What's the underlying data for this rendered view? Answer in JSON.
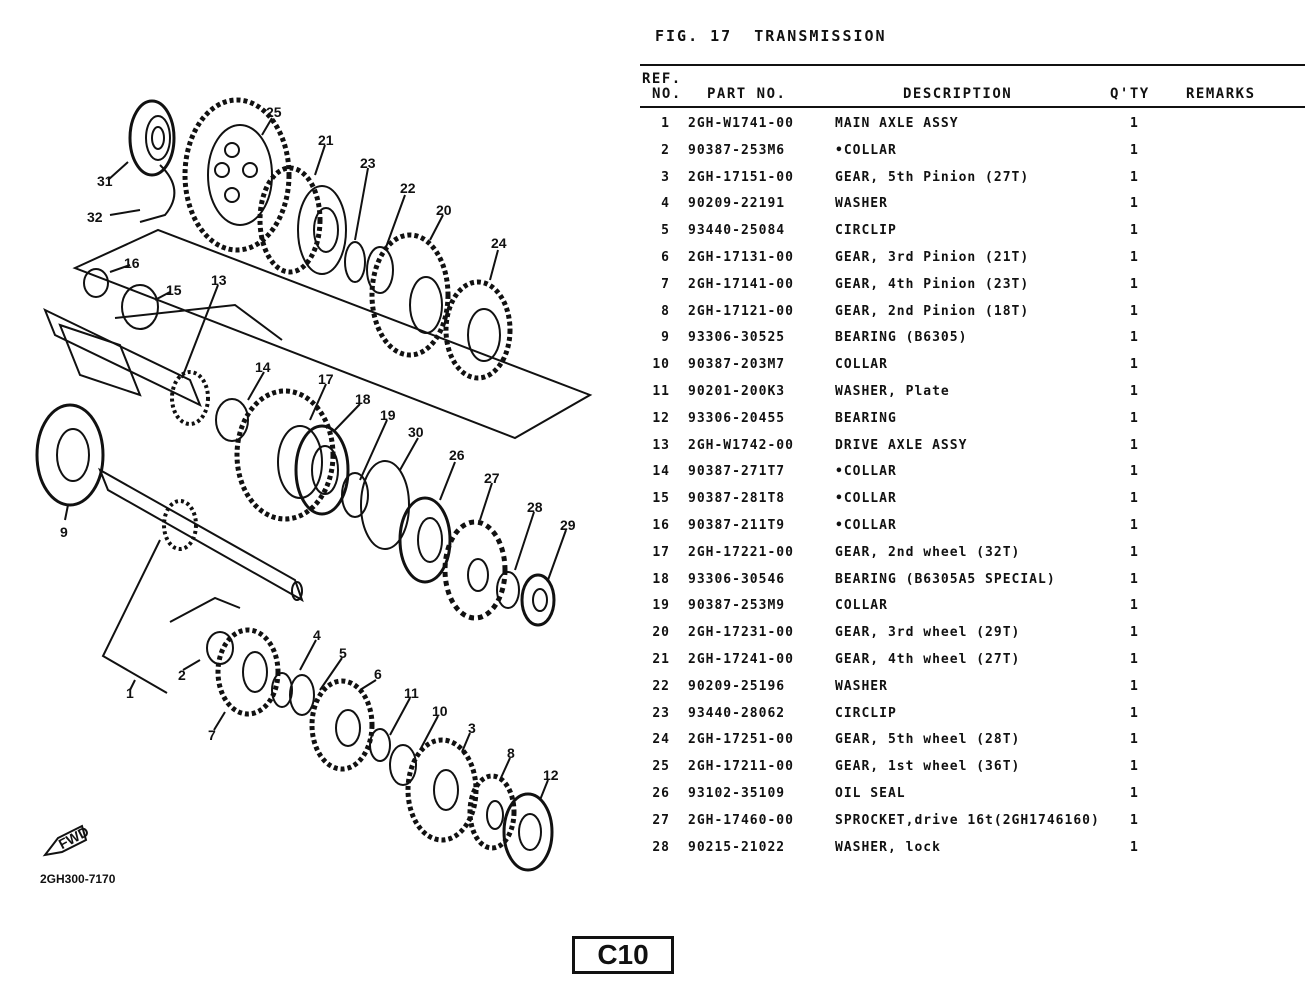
{
  "figure": {
    "label": "FIG. 17",
    "title": "TRANSMISSION"
  },
  "table_headers": {
    "ref_line1": "REF.",
    "ref_line2": "NO.",
    "part_no": "PART NO.",
    "description": "DESCRIPTION",
    "qty": "Q'TY",
    "remarks": "REMARKS"
  },
  "parts": [
    {
      "ref": "1",
      "part_no": "2GH-W1741-00",
      "description": "MAIN AXLE ASSY",
      "qty": "1"
    },
    {
      "ref": "2",
      "part_no": "90387-253M6",
      "description": "•COLLAR",
      "qty": "1"
    },
    {
      "ref": "3",
      "part_no": "2GH-17151-00",
      "description": "GEAR, 5th Pinion (27T)",
      "qty": "1"
    },
    {
      "ref": "4",
      "part_no": "90209-22191",
      "description": "WASHER",
      "qty": "1"
    },
    {
      "ref": "5",
      "part_no": "93440-25084",
      "description": "CIRCLIP",
      "qty": "1"
    },
    {
      "ref": "6",
      "part_no": "2GH-17131-00",
      "description": "GEAR, 3rd Pinion (21T)",
      "qty": "1"
    },
    {
      "ref": "7",
      "part_no": "2GH-17141-00",
      "description": "GEAR, 4th Pinion (23T)",
      "qty": "1"
    },
    {
      "ref": "8",
      "part_no": "2GH-17121-00",
      "description": "GEAR, 2nd Pinion (18T)",
      "qty": "1"
    },
    {
      "ref": "9",
      "part_no": "93306-30525",
      "description": "BEARING (B6305)",
      "qty": "1"
    },
    {
      "ref": "10",
      "part_no": "90387-203M7",
      "description": "COLLAR",
      "qty": "1"
    },
    {
      "ref": "11",
      "part_no": "90201-200K3",
      "description": "WASHER, Plate",
      "qty": "1"
    },
    {
      "ref": "12",
      "part_no": "93306-20455",
      "description": "BEARING",
      "qty": "1"
    },
    {
      "ref": "13",
      "part_no": "2GH-W1742-00",
      "description": "DRIVE AXLE ASSY",
      "qty": "1"
    },
    {
      "ref": "14",
      "part_no": "90387-271T7",
      "description": "•COLLAR",
      "qty": "1"
    },
    {
      "ref": "15",
      "part_no": "90387-281T8",
      "description": "•COLLAR",
      "qty": "1"
    },
    {
      "ref": "16",
      "part_no": "90387-211T9",
      "description": "•COLLAR",
      "qty": "1"
    },
    {
      "ref": "17",
      "part_no": "2GH-17221-00",
      "description": "GEAR, 2nd wheel (32T)",
      "qty": "1"
    },
    {
      "ref": "18",
      "part_no": "93306-30546",
      "description": "BEARING (B6305A5 SPECIAL)",
      "qty": "1"
    },
    {
      "ref": "19",
      "part_no": "90387-253M9",
      "description": "COLLAR",
      "qty": "1"
    },
    {
      "ref": "20",
      "part_no": "2GH-17231-00",
      "description": "GEAR, 3rd wheel (29T)",
      "qty": "1"
    },
    {
      "ref": "21",
      "part_no": "2GH-17241-00",
      "description": "GEAR, 4th wheel (27T)",
      "qty": "1"
    },
    {
      "ref": "22",
      "part_no": "90209-25196",
      "description": "WASHER",
      "qty": "1"
    },
    {
      "ref": "23",
      "part_no": "93440-28062",
      "description": "CIRCLIP",
      "qty": "1"
    },
    {
      "ref": "24",
      "part_no": "2GH-17251-00",
      "description": "GEAR, 5th wheel (28T)",
      "qty": "1"
    },
    {
      "ref": "25",
      "part_no": "2GH-17211-00",
      "description": "GEAR, 1st wheel (36T)",
      "qty": "1"
    },
    {
      "ref": "26",
      "part_no": "93102-35109",
      "description": "OIL SEAL",
      "qty": "1"
    },
    {
      "ref": "27",
      "part_no": "2GH-17460-00",
      "description": "SPROCKET,drive 16t(2GH1746160)",
      "qty": "1"
    },
    {
      "ref": "28",
      "part_no": "90215-21022",
      "description": "WASHER, lock",
      "qty": "1"
    }
  ],
  "diagram_labels": [
    "1",
    "2",
    "3",
    "4",
    "5",
    "6",
    "7",
    "8",
    "9",
    "10",
    "11",
    "12",
    "13",
    "14",
    "15",
    "16",
    "17",
    "18",
    "19",
    "20",
    "21",
    "22",
    "23",
    "24",
    "25",
    "26",
    "27",
    "28",
    "29",
    "30",
    "31",
    "32"
  ],
  "fwd_marker": "FWD",
  "document_number": "2GH300-7170",
  "page_code": "C10"
}
